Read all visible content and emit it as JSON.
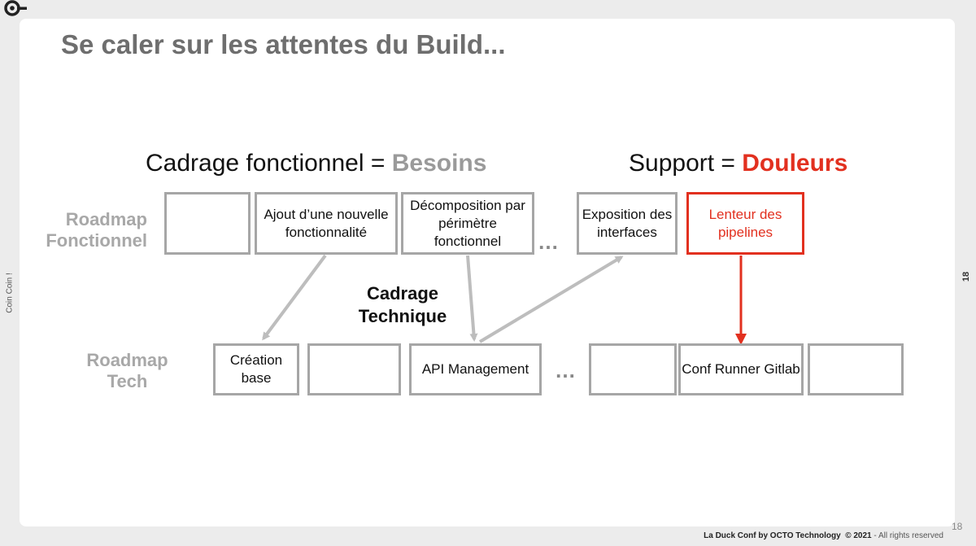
{
  "slide": {
    "title": "Se caler sur les attentes du Build...",
    "side_left": "Coin Coin !",
    "side_right": "18",
    "page_number": "18"
  },
  "headings": {
    "left_prefix": "Cadrage fonctionnel = ",
    "left_emph": "Besoins",
    "right_prefix": "Support = ",
    "right_emph": "Douleurs"
  },
  "row_labels": {
    "functional": [
      "Roadmap",
      "Fonctionnel"
    ],
    "tech": [
      "Roadmap",
      "Tech"
    ]
  },
  "functional_boxes": [
    "",
    "Ajout d’une nouvelle fonctionnalité",
    "Décomposition par périmètre fonctionnel",
    "Exposition des interfaces",
    "Lenteur des pipelines"
  ],
  "tech_boxes": [
    "Création base",
    "",
    "API Management",
    "",
    "Conf Runner Gitlab",
    ""
  ],
  "ellipsis": "…",
  "center_label": [
    "Cadrage",
    "Technique"
  ],
  "footer": {
    "brand": "La Duck Conf by OCTO Technology",
    "year": "© 2021",
    "rights": "- All rights reserved"
  },
  "colors": {
    "accent_red": "#e2301f",
    "box_grey": "#a6a6a6",
    "arrow_grey": "#bdbdbd",
    "label_grey": "#a8a8a8",
    "title_grey": "#6e6e6e"
  }
}
